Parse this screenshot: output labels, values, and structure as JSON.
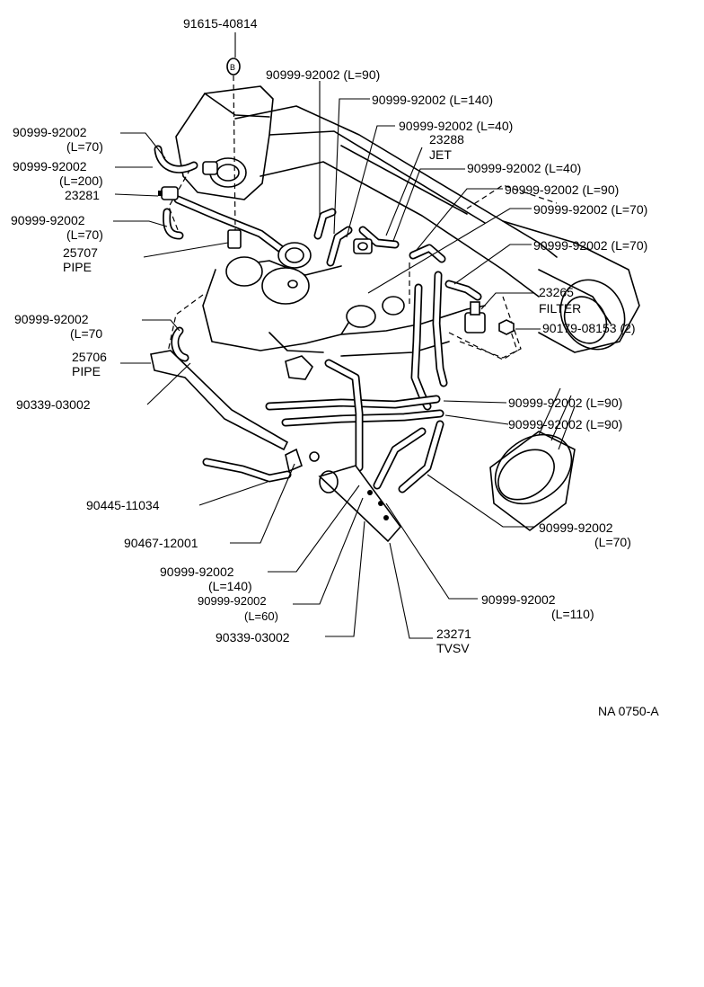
{
  "labels": {
    "p91615": "91615-40814",
    "bolt_marker": "B",
    "h90_top": "90999-92002 (L=90)",
    "h140_top": "90999-92002 (L=140)",
    "h40_a": "90999-92002 (L=40)",
    "jet_no": "23288",
    "jet_name": "JET",
    "h40_b": "90999-92002 (L=40)",
    "h90_mid": "90999-92002 (L=90)",
    "h70_a": "90999-92002 (L=70)",
    "h70_b": "90999-92002 (L=70)",
    "filter_no": "23265",
    "filter_name": "FILTER",
    "p90179": "90179-08153 (2)",
    "left_h70_no": "90999-92002",
    "left_h70_len": "(L=70)",
    "left_h200_no": "90999-92002",
    "left_h200_len": "(L=200)",
    "p23281": "23281",
    "left_h70b_no": "90999-92002",
    "left_h70b_len": "(L=70)",
    "pipe_a_no": "25707",
    "pipe_a_name": "PIPE",
    "left_h70c_no": "90999-92002",
    "left_h70c_len": "(L=70",
    "pipe_b_no": "25706",
    "pipe_b_name": "PIPE",
    "p90339_a": "90339-03002",
    "r_h90_a": "90999-92002 (L=90)",
    "r_h90_b": "90999-92002 (L=90)",
    "p90445": "90445-11034",
    "p90467": "90467-12001",
    "r_h70_no": "90999-92002",
    "r_h70_len": "(L=70)",
    "b_h140_no": "90999-92002",
    "b_h140_len": "(L=140)",
    "b_h60_no": "90999-92002",
    "b_h60_len": "(L=60)",
    "r_h110_no": "90999-92002",
    "r_h110_len": "(L=110)",
    "p90339_b": "90339-03002",
    "tvsv_no": "23271",
    "tvsv_name": "TVSV",
    "ref": "NA 0750-A"
  }
}
